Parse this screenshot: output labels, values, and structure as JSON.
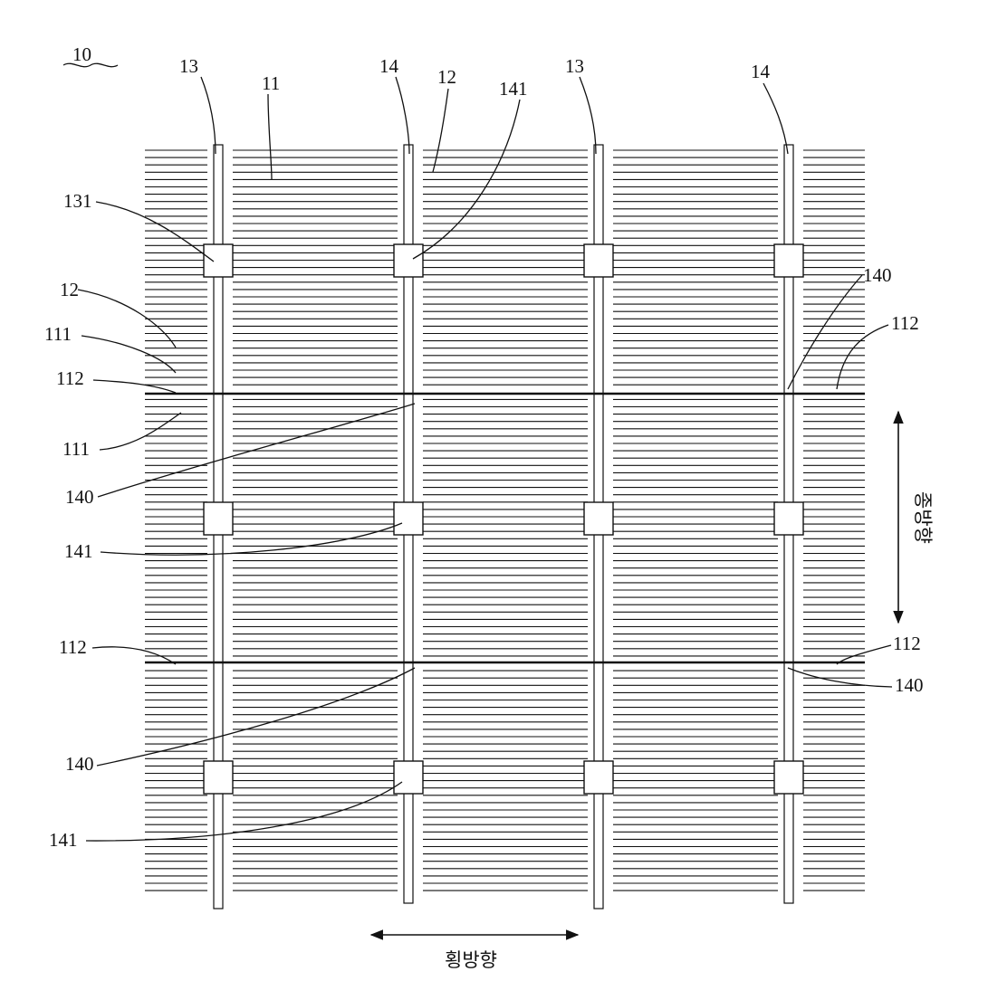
{
  "figure": {
    "ref_main": "10",
    "ref_top": [
      "13",
      "11",
      "14",
      "12",
      "141",
      "13",
      "14"
    ],
    "ref_left": [
      "131",
      "12",
      "111",
      "112",
      "111",
      "140",
      "141",
      "112",
      "140",
      "141"
    ],
    "ref_right": [
      "140",
      "112",
      "112",
      "140"
    ],
    "axis_horizontal": "횡방향",
    "axis_vertical": "종방향"
  },
  "colors": {
    "ink": "#111111",
    "background": "#ffffff"
  }
}
